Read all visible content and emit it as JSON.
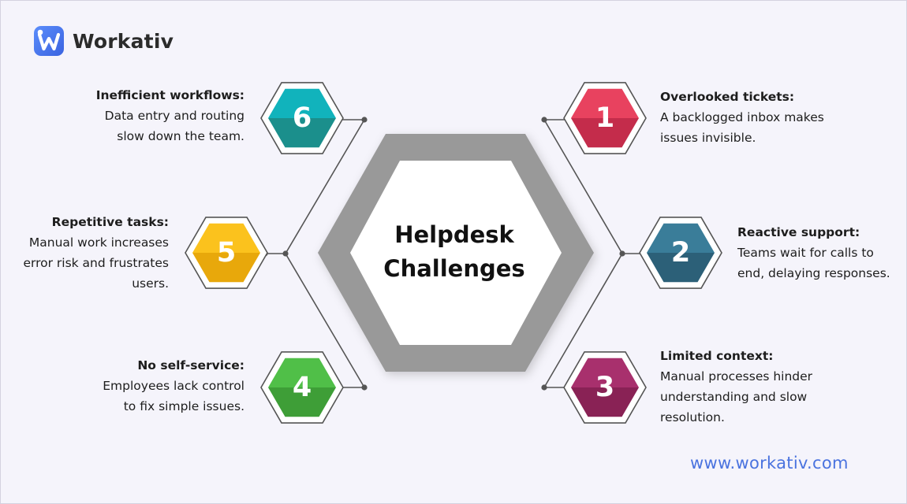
{
  "brand": {
    "name": "Workativ",
    "logo_letter": "W"
  },
  "center": {
    "line1": "Helpdesk",
    "line2": "Challenges"
  },
  "items": [
    {
      "num": "1",
      "title": "Overlooked tickets:",
      "lines": [
        "A backlogged inbox makes",
        "issues invisible."
      ],
      "colors": [
        "#e8425f",
        "#c42c4b"
      ]
    },
    {
      "num": "2",
      "title": "Reactive support:",
      "lines": [
        "Teams wait for calls to",
        "end, delaying responses."
      ],
      "colors": [
        "#3a7d99",
        "#2c6078"
      ]
    },
    {
      "num": "3",
      "title": "Limited context:",
      "lines": [
        "Manual processes hinder",
        "understanding and slow",
        "resolution."
      ],
      "colors": [
        "#a8306d",
        "#892255"
      ]
    },
    {
      "num": "4",
      "title": "No self-service:",
      "lines": [
        "Employees lack control",
        "to fix simple issues."
      ],
      "colors": [
        "#50bf48",
        "#3e9e37"
      ]
    },
    {
      "num": "5",
      "title": "Repetitive tasks:",
      "lines": [
        "Manual work increases",
        "error risk and frustrates",
        "users."
      ],
      "colors": [
        "#fbc21d",
        "#e8a80b"
      ]
    },
    {
      "num": "6",
      "title": "Inefficient workflows:",
      "lines": [
        "Data entry and routing",
        "slow down the team."
      ],
      "colors": [
        "#11b3bc",
        "#1b8f8c"
      ]
    }
  ],
  "footer": {
    "website": "www.workativ.com"
  },
  "colors": {
    "background": "#f5f4fb",
    "big_hex_frame": "#999999",
    "connector": "#555555",
    "website": "#4a73df"
  }
}
